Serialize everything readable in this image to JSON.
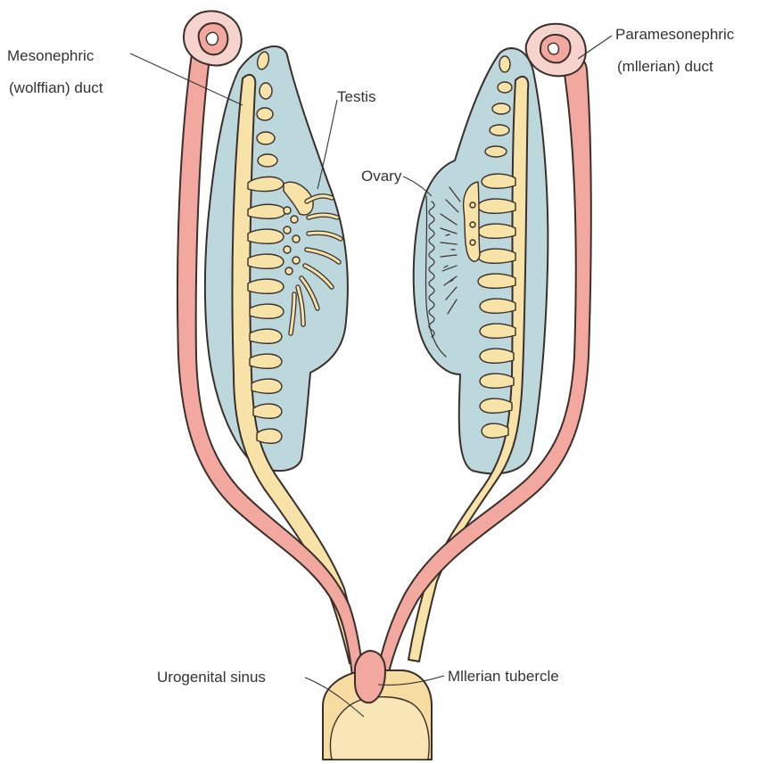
{
  "labels": {
    "mesonephric_line1": "Mesonephric",
    "mesonephric_line2": "(wolffian) duct",
    "testis": "Testis",
    "ovary": "Ovary",
    "paramesonephric_line1": "Paramesonephric",
    "paramesonephric_line2": "(mllerian) duct",
    "urogenital_sinus": "Urogenital sinus",
    "mullerian_tubercle": "Mllerian tubercle"
  },
  "colors": {
    "duct_red": "#f2a89e",
    "duct_yellow": "#f7e2a8",
    "gonad_blue": "#bcd8dc",
    "sinus_yellow": "#f6dca0",
    "outline": "#3a2f2a"
  }
}
